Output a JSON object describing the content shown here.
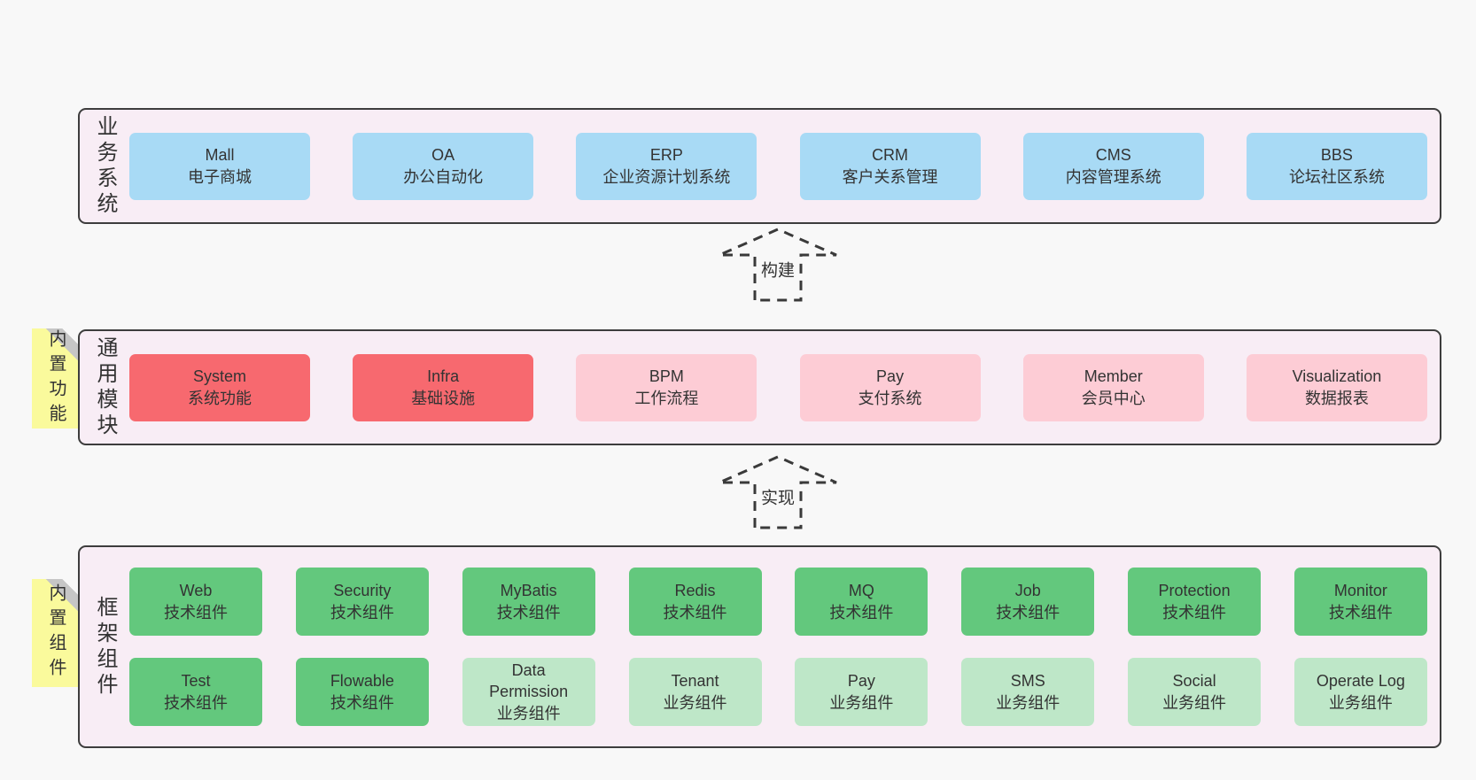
{
  "page": {
    "background": "#f8f8f8"
  },
  "colors": {
    "section_background": "#f8edf5",
    "section_border": "#3d3d3d",
    "blue": "#a8daf5",
    "red": "#f7696f",
    "pink": "#fdccd5",
    "green": "#63c87d",
    "light_green": "#bee7c8",
    "sticky_yellow": "#fafa9c",
    "text": "#333333"
  },
  "arrows": {
    "build": "构建",
    "implement": "实现"
  },
  "business": {
    "label": "业务系统",
    "boxes": [
      {
        "name": "Mall",
        "desc": "电子商城",
        "variant": "blue"
      },
      {
        "name": "OA",
        "desc": "办公自动化",
        "variant": "blue"
      },
      {
        "name": "ERP",
        "desc": "企业资源计划系统",
        "variant": "blue"
      },
      {
        "name": "CRM",
        "desc": "客户关系管理",
        "variant": "blue"
      },
      {
        "name": "CMS",
        "desc": "内容管理系统",
        "variant": "blue"
      },
      {
        "name": "BBS",
        "desc": "论坛社区系统",
        "variant": "blue"
      }
    ]
  },
  "modules": {
    "label": "通用模块",
    "sticky": "内置功能",
    "boxes": [
      {
        "name": "System",
        "desc": "系统功能",
        "variant": "red"
      },
      {
        "name": "Infra",
        "desc": "基础设施",
        "variant": "red"
      },
      {
        "name": "BPM",
        "desc": "工作流程",
        "variant": "pink"
      },
      {
        "name": "Pay",
        "desc": "支付系统",
        "variant": "pink"
      },
      {
        "name": "Member",
        "desc": "会员中心",
        "variant": "pink"
      },
      {
        "name": "Visualization",
        "desc": "数据报表",
        "variant": "pink"
      }
    ]
  },
  "components": {
    "label": "框架组件",
    "sticky": "内置组件",
    "row1": [
      {
        "name": "Web",
        "desc": "技术组件",
        "variant": "green"
      },
      {
        "name": "Security",
        "desc": "技术组件",
        "variant": "green"
      },
      {
        "name": "MyBatis",
        "desc": "技术组件",
        "variant": "green"
      },
      {
        "name": "Redis",
        "desc": "技术组件",
        "variant": "green"
      },
      {
        "name": "MQ",
        "desc": "技术组件",
        "variant": "green"
      },
      {
        "name": "Job",
        "desc": "技术组件",
        "variant": "green"
      },
      {
        "name": "Protection",
        "desc": "技术组件",
        "variant": "green"
      },
      {
        "name": "Monitor",
        "desc": "技术组件",
        "variant": "green"
      }
    ],
    "row2": [
      {
        "name": "Test",
        "desc": "技术组件",
        "variant": "green"
      },
      {
        "name": "Flowable",
        "desc": "技术组件",
        "variant": "green"
      },
      {
        "name": "Data Permission",
        "desc": "业务组件",
        "variant": "lightgreen"
      },
      {
        "name": "Tenant",
        "desc": "业务组件",
        "variant": "lightgreen"
      },
      {
        "name": "Pay",
        "desc": "业务组件",
        "variant": "lightgreen"
      },
      {
        "name": "SMS",
        "desc": "业务组件",
        "variant": "lightgreen"
      },
      {
        "name": "Social",
        "desc": "业务组件",
        "variant": "lightgreen"
      },
      {
        "name": "Operate Log",
        "desc": "业务组件",
        "variant": "lightgreen"
      }
    ]
  }
}
